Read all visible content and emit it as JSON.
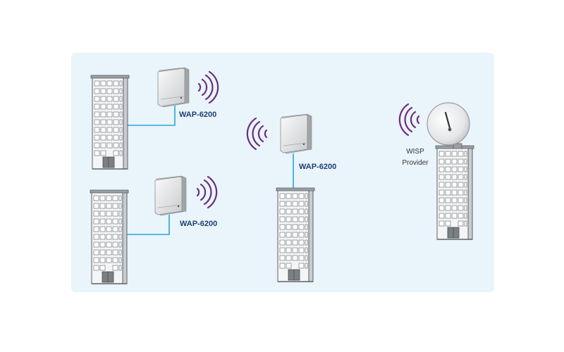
{
  "diagram": {
    "background_color": "#e9f4fb",
    "nodes": [
      {
        "id": "building-top-left",
        "type": "building",
        "antenna": "ap-top-left"
      },
      {
        "id": "building-bottom-left",
        "type": "building",
        "antenna": "ap-bottom-left"
      },
      {
        "id": "building-center",
        "type": "building",
        "antenna": "ap-center"
      },
      {
        "id": "building-right",
        "type": "building",
        "antenna": "wisp-dish"
      }
    ],
    "devices": [
      {
        "id": "ap-top-left",
        "label": "WAP-6200",
        "signal": "right"
      },
      {
        "id": "ap-bottom-left",
        "label": "WAP-6200",
        "signal": "right"
      },
      {
        "id": "ap-center",
        "label": "WAP-6200",
        "signal": "left"
      }
    ],
    "wisp": {
      "label_line1": "WISP",
      "label_line2": "Provider",
      "signal": "left"
    },
    "colors": {
      "cable": "#2aa6d6",
      "signal": "#6b2d7b",
      "building_face": "#f4f5f6",
      "building_side": "#c9cdd1",
      "building_outline": "#5d6164",
      "label_text": "#1d3f73"
    }
  }
}
